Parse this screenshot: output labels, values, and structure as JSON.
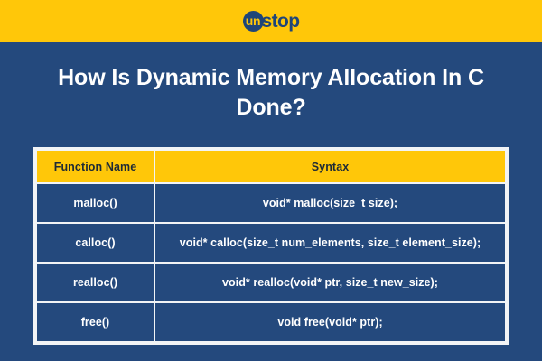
{
  "theme": {
    "background_blue": "#24497d",
    "brand_yellow": "#ffc709",
    "border_white": "#f2f4f6",
    "header_text": "#1e2a36",
    "body_text": "#ffffff"
  },
  "brand": {
    "logo_mark_text": "un",
    "logo_word_text": "stop",
    "logo_full": "unstop"
  },
  "page_title": "How Is Dynamic Memory Allocation In C Done?",
  "table": {
    "columns": [
      "Function Name",
      "Syntax"
    ],
    "rows": [
      {
        "function_name": "malloc()",
        "syntax": "void* malloc(size_t size);"
      },
      {
        "function_name": "calloc()",
        "syntax": "void* calloc(size_t num_elements, size_t element_size);"
      },
      {
        "function_name": "realloc()",
        "syntax": "void* realloc(void* ptr, size_t new_size);"
      },
      {
        "function_name": "free()",
        "syntax": "void free(void* ptr);"
      }
    ]
  }
}
